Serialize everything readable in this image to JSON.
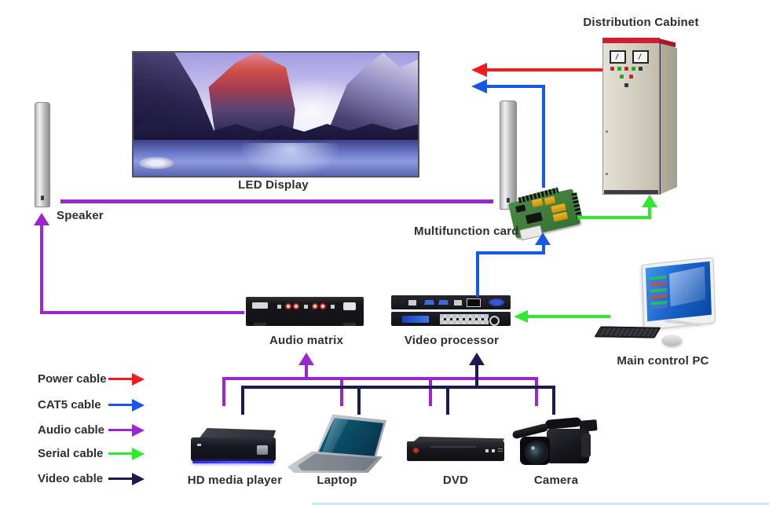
{
  "title": "LED display system connection diagram",
  "colors": {
    "power": "#ee1c1c",
    "cat5": "#1857e8",
    "audio": "#9a26cf",
    "serial": "#2fe82f",
    "video": "#1b1b4f",
    "strip": "#c9e9f5",
    "label": "#2e2e2e"
  },
  "legend": {
    "items": [
      {
        "label": "Power cable",
        "color_key": "power"
      },
      {
        "label": "CAT5 cable",
        "color_key": "cat5"
      },
      {
        "label": "Audio cable",
        "color_key": "audio"
      },
      {
        "label": "Serial cable",
        "color_key": "serial"
      },
      {
        "label": "Video cable",
        "color_key": "video"
      }
    ]
  },
  "devices": {
    "led_display": {
      "label": "LED Display"
    },
    "speaker": {
      "label": "Speaker"
    },
    "distribution_cabinet": {
      "label": "Distribution Cabinet"
    },
    "multifunction_card": {
      "label": "Multifunction card"
    },
    "audio_matrix": {
      "label": "Audio matrix"
    },
    "video_processor": {
      "label": "Video processor"
    },
    "main_control_pc": {
      "label": "Main control PC"
    },
    "hd_media_player": {
      "label": "HD media player"
    },
    "laptop": {
      "label": "Laptop"
    },
    "dvd": {
      "label": "DVD"
    },
    "camera": {
      "label": "Camera"
    }
  }
}
